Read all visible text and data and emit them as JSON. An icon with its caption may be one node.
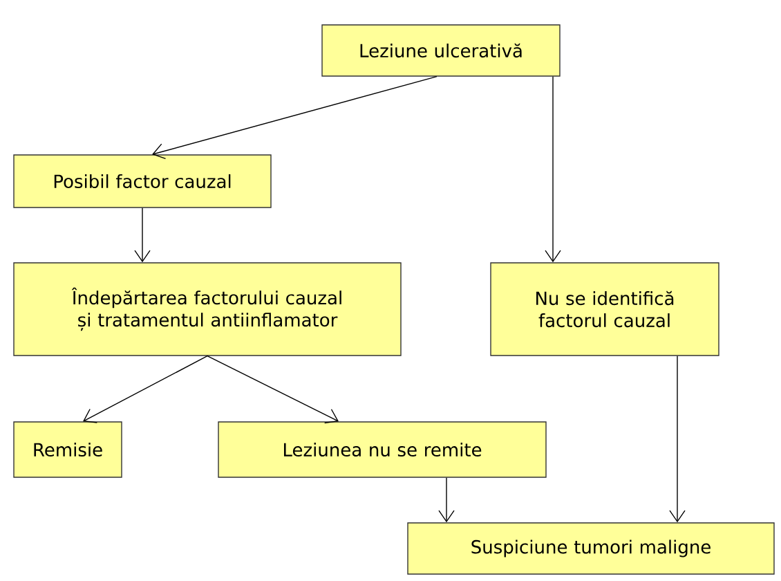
{
  "diagram": {
    "nodes": [
      {
        "text": [
          "Leziune ulcerativă"
        ]
      },
      {
        "text": [
          "Posibil factor cauzal"
        ]
      },
      {
        "text": [
          "Îndepărtarea factorului cauzal și tratamentul antiinflamator"
        ]
      },
      {
        "text": [
          "Nu se identifică factorul cauzal"
        ]
      },
      {
        "text": [
          "Remisie"
        ]
      },
      {
        "text": [
          "Leziunea nu se remite"
        ]
      },
      {
        "text": [
          "Suspiciune tumori maligne"
        ]
      }
    ],
    "edges": [
      {
        "from": 0,
        "to": 1,
        "arrow": "to"
      },
      {
        "from": 0,
        "to": 3,
        "arrow": "to"
      },
      {
        "from": 1,
        "to": 2,
        "arrow": "to"
      },
      {
        "from": 2,
        "to": 4,
        "arrow": "to"
      },
      {
        "from": 2,
        "to": 5,
        "arrow": "to"
      },
      {
        "from": 5,
        "to": 6,
        "arrow": "to"
      },
      {
        "from": 3,
        "to": 6,
        "arrow": "to"
      }
    ]
  }
}
